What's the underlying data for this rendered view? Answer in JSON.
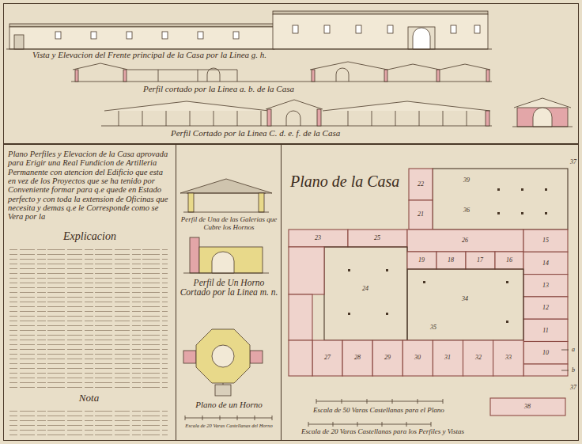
{
  "diagram": {
    "nodes": [
      {
        "text": [
          "Vista y Elevacion del Frente principal de la Casa por la Linea g. h.",
          "Perfil cortado por la Linea a. b. de la Casa",
          "Perfil Cortado por la Linea C. d. e. f. de la Casa"
        ]
      },
      {
        "text": [
          "Plano Perfiles y Elevacion de la Casa aprovada para Erigir una Real Fundicion de Artilleria Permanente con atencion del Edificio que esta en vez de los Proyectos que se ha tenido por Conveniente formar para q.e quede en Estado perfecto y con toda la extension de Oficinas que necesita y demas q.e le Corresponde como se Vera por la",
          "Explicacion",
          "Nota"
        ]
      },
      {
        "text": [
          "Perfil de Una de las Galerias que Cubre los Hornos",
          "Perfil de Un Horno Cortado por la Linea m. n.",
          "Plano de un Horno",
          "Escala de 20 Varas Castellanas del Horno"
        ]
      },
      {
        "text": [
          "Plano de la Casa",
          "Escala de 50 Varas Castellanas para el Plano",
          "Escala de 20 Varas Castellanas para los Perfiles y Vistas"
        ]
      }
    ],
    "labels": [
      "22",
      "21",
      "39",
      "36",
      "23",
      "25",
      "26",
      "24",
      "19",
      "18",
      "17",
      "16",
      "15",
      "14",
      "13",
      "12",
      "11",
      "10",
      "34",
      "35",
      "27",
      "28",
      "29",
      "30",
      "31",
      "32",
      "33",
      "38",
      "37",
      "a",
      "b",
      "37"
    ]
  }
}
